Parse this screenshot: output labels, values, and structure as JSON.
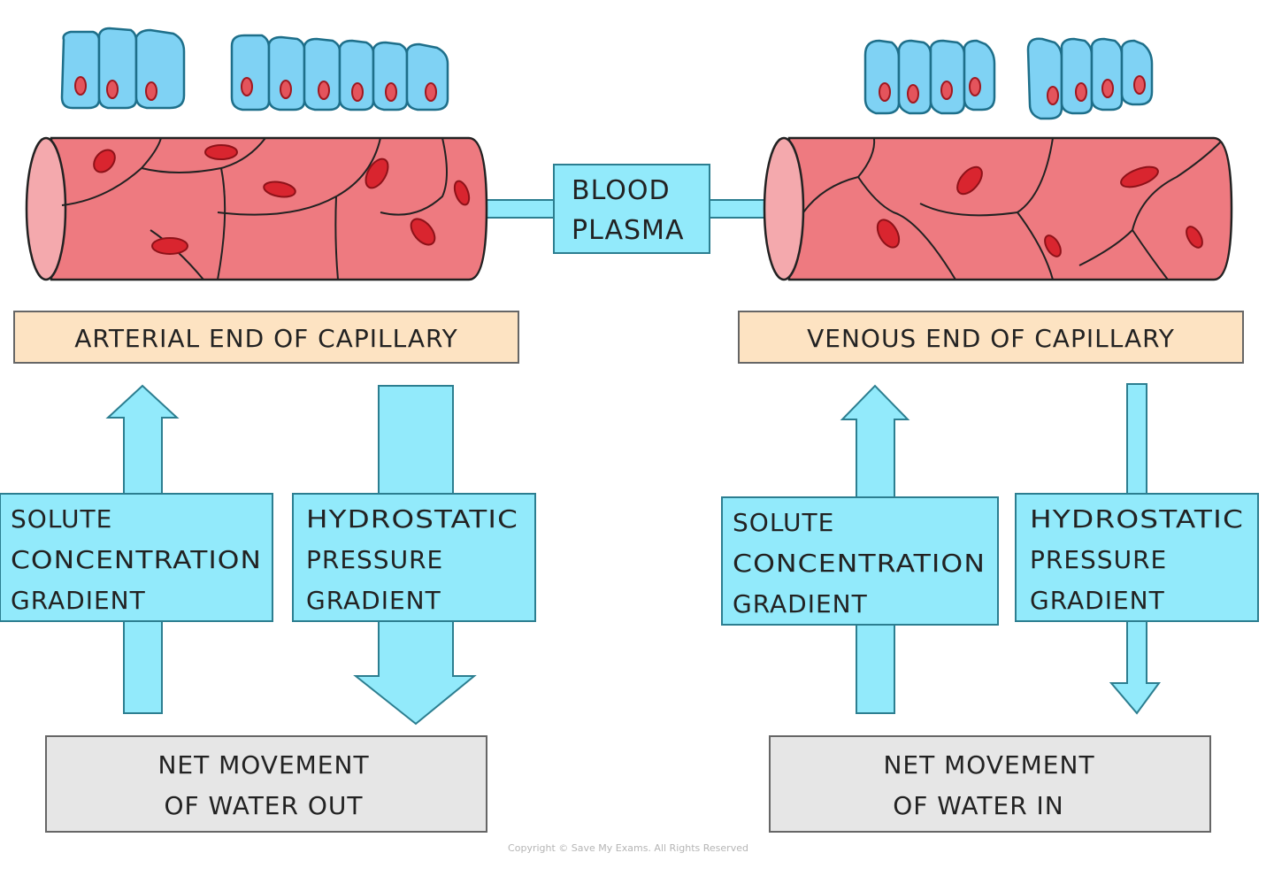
{
  "center": {
    "label_line1": "BLOOD",
    "label_line2": "PLASMA"
  },
  "arterial": {
    "title": "ARTERIAL END OF CAPILLARY",
    "solute_label": [
      "SOLUTE",
      "CONCENTRATION",
      "GRADIENT"
    ],
    "hydrostatic_label": [
      "HYDROSTATIC",
      "PRESSURE",
      "GRADIENT"
    ],
    "net_line1": "NET MOVEMENT",
    "net_line2": "OF WATER OUT"
  },
  "venous": {
    "title": "VENOUS END OF CAPILLARY",
    "solute_label": [
      "SOLUTE",
      "CONCENTRATION",
      "GRADIENT"
    ],
    "hydrostatic_label": [
      "HYDROSTATIC",
      "PRESSURE",
      "GRADIENT"
    ],
    "net_line1": "NET MOVEMENT",
    "net_line2": "OF WATER IN"
  },
  "copyright": "Copyright © Save My Exams. All Rights Reserved",
  "colors": {
    "cyan": "#92eafb",
    "cyan_stroke": "#2c7e90",
    "vessel": "#ee7a80",
    "vessel_end": "#f4a9ad",
    "nucleus": "#d9252f",
    "cell": "#7fd2f4",
    "title_bg": "#fde3c2",
    "net_bg": "#e6e6e6"
  }
}
